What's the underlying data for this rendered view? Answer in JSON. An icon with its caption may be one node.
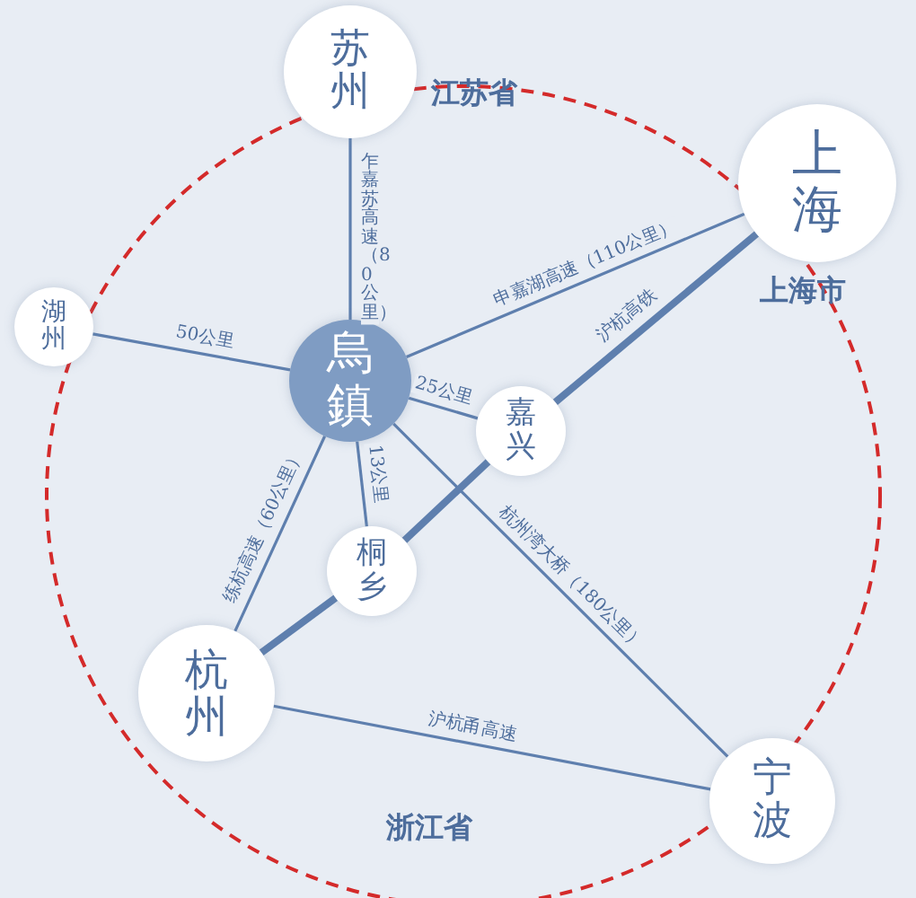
{
  "diagram": {
    "nodes": [
      {
        "text": [
          "苏州"
        ]
      },
      {
        "text": [
          "上海"
        ]
      },
      {
        "text": [
          "湖州"
        ]
      },
      {
        "text": [
          "烏鎮"
        ]
      },
      {
        "text": [
          "嘉兴"
        ]
      },
      {
        "text": [
          "桐乡"
        ]
      },
      {
        "text": [
          "杭州"
        ]
      },
      {
        "text": [
          "宁波"
        ]
      }
    ],
    "edges": [
      {
        "from": 3,
        "to": 0,
        "arrow": "none",
        "label": "乍嘉苏高速（80公里）"
      },
      {
        "from": 3,
        "to": 1,
        "arrow": "none",
        "label": "申嘉湖高速（110公里）"
      },
      {
        "from": 3,
        "to": 2,
        "arrow": "none",
        "label": "50公里"
      },
      {
        "from": 3,
        "to": 4,
        "arrow": "none",
        "label": "25公里"
      },
      {
        "from": 3,
        "to": 5,
        "arrow": "none",
        "label": "13公里"
      },
      {
        "from": 3,
        "to": 6,
        "arrow": "none",
        "label": "练杭高速（60公里）"
      },
      {
        "from": 3,
        "to": 7,
        "arrow": "none",
        "label": "杭州湾大桥（180公里）"
      },
      {
        "from": 6,
        "to": 7,
        "arrow": "none",
        "label": "沪杭甬高速"
      },
      {
        "from": 6,
        "to": 5,
        "arrow": "none",
        "style": "thick"
      },
      {
        "from": 5,
        "to": 4,
        "arrow": "none",
        "style": "thick"
      },
      {
        "from": 4,
        "to": 1,
        "arrow": "none",
        "style": "thick",
        "label": "沪杭高铁"
      }
    ],
    "labels": [
      "江苏省",
      "上海市",
      "浙江省"
    ]
  }
}
